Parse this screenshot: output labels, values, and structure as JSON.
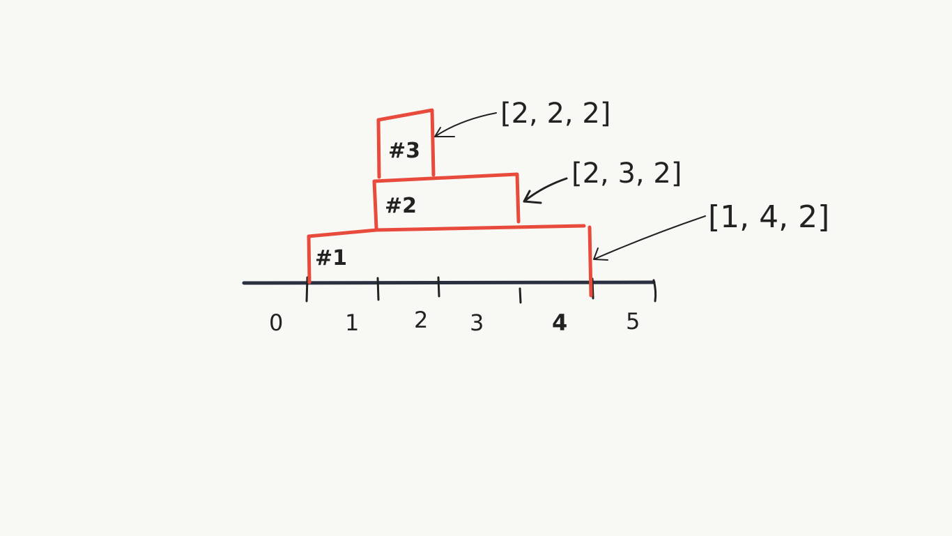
{
  "colors": {
    "background": "#f8f8f5",
    "box_stroke": "#e84b3c",
    "axis": "#2a3040",
    "ink": "#222222"
  },
  "axis": {
    "tick_labels": [
      "0",
      "1",
      "2",
      "3",
      "4",
      "5"
    ]
  },
  "boxes": [
    {
      "label": "#1",
      "annotation": "[1, 4, 2]"
    },
    {
      "label": "#2",
      "annotation": "[2, 3, 2]"
    },
    {
      "label": "#3",
      "annotation": "[2, 2, 2]"
    }
  ]
}
